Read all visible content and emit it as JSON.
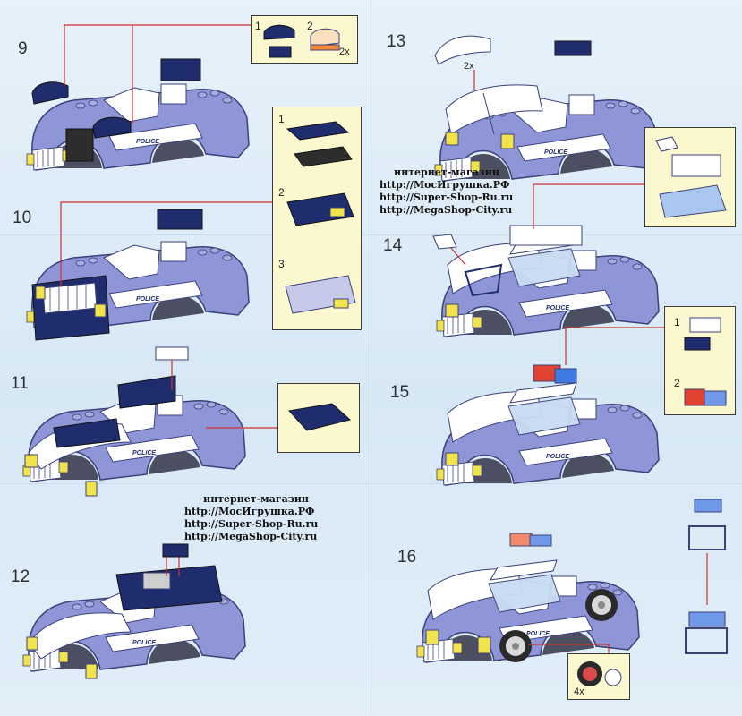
{
  "left_page": {
    "steps": [
      {
        "number": "9",
        "callout_labels": [
          "1",
          "2"
        ],
        "callout_qty": "2x"
      },
      {
        "number": "10",
        "callout_labels": [
          "1",
          "2",
          "3"
        ]
      },
      {
        "number": "11"
      },
      {
        "number": "12"
      }
    ]
  },
  "right_page": {
    "steps": [
      {
        "number": "13",
        "callout_qty": "2x"
      },
      {
        "number": "14"
      },
      {
        "number": "15",
        "callout_labels": [
          "1",
          "2"
        ]
      },
      {
        "number": "16",
        "callout_qty": "4x"
      }
    ]
  },
  "car_text": "POLICE",
  "shop_blocks": [
    {
      "title": "интернет-магазин",
      "lines": [
        "http://МосИгрушка.РФ",
        "http://Super-Shop-Ru.ru",
        "http://MegaShop-City.ru"
      ]
    },
    {
      "title": "интернет-магазин",
      "lines": [
        "http://МосИгрушка.РФ",
        "http://Super-Shop-Ru.ru",
        "http://MegaShop-City.ru"
      ]
    }
  ],
  "colors": {
    "background": "#dfecf7",
    "callout_bg": "#fbf7cf",
    "car_body": "#8f96d8",
    "car_dark": "#1f2d6e",
    "car_white": "#ffffff",
    "arrow_red": "#d0312d",
    "light_yellow": "#f2e34a"
  }
}
